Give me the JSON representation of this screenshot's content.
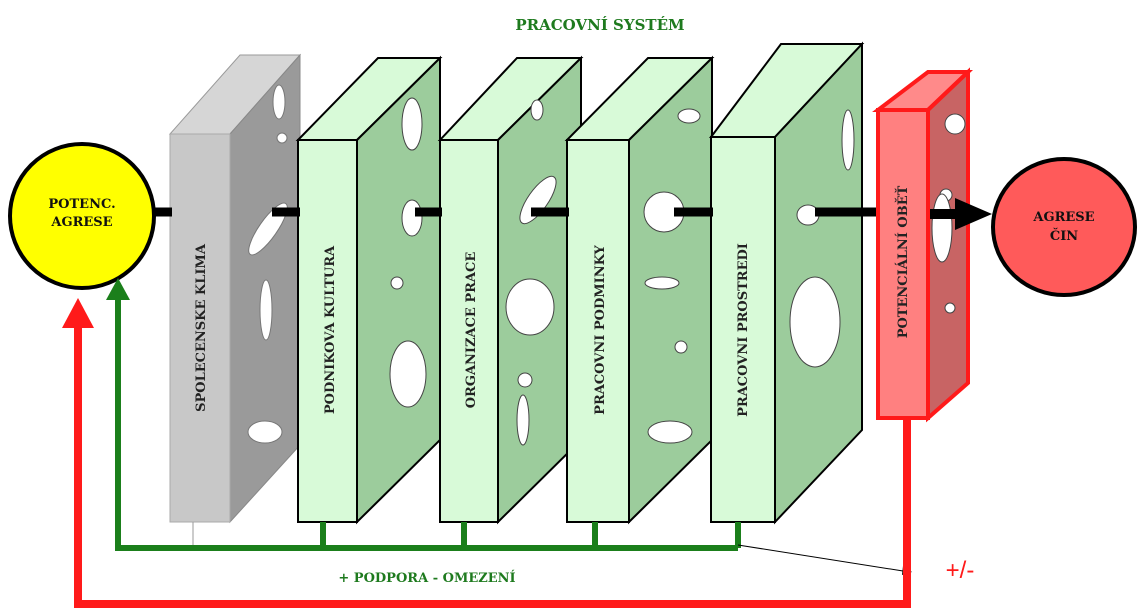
{
  "title": "PRACOVNÍ  SYSTÉM",
  "source_node": {
    "line1": "POTENC.",
    "line2": "AGRESE"
  },
  "target_node": {
    "line1": "AGRESE",
    "line2": "ČIN"
  },
  "layers": [
    {
      "label": "SPOLECENSKE  KLIMA"
    },
    {
      "label": "PODNIKOVA  KULTURA"
    },
    {
      "label": "ORGANIZACE   PRACE"
    },
    {
      "label": "PRACOVNI  PODMINKY"
    },
    {
      "label": "PRACOVNI  PROSTREDI"
    },
    {
      "label": "POTENCIÁLNÍ  OBĚŤ"
    }
  ],
  "feedback_green_label": "+ PODPORA    - OMEZENÍ",
  "feedback_red_label": "+/-",
  "colors": {
    "title": "#1e7a1e",
    "green_line": "#1b7f1b",
    "red_line": "#ff1a1a",
    "source_fill": "#ffff00",
    "target_fill": "#ff5a5a",
    "layer_gray_front": "#c8c8c8",
    "layer_gray_side": "#999999",
    "layer_green_front": "#d8fad8",
    "layer_green_side": "#9ccc9c",
    "layer_red_front": "#ff8080",
    "layer_red_side": "#c86464"
  }
}
